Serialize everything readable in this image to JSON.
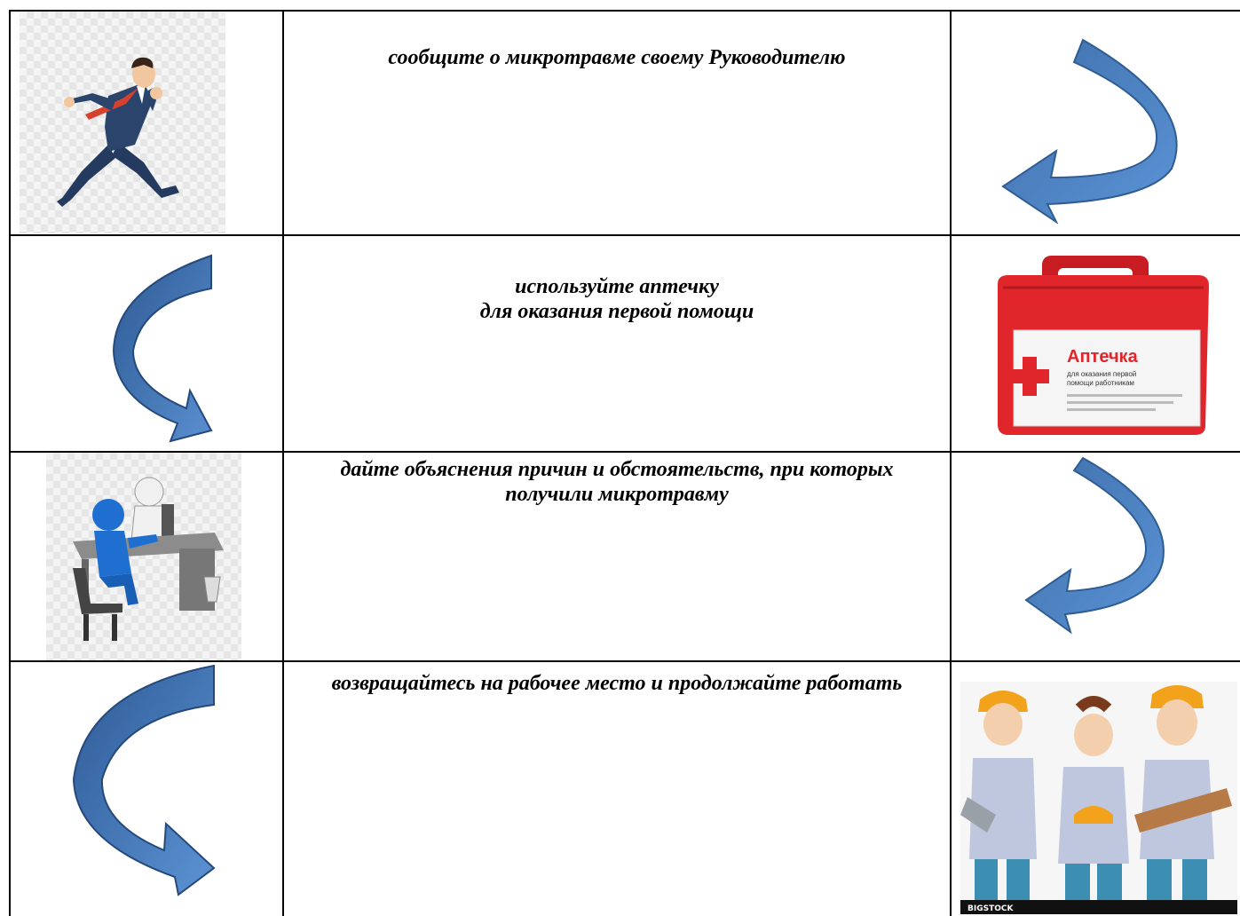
{
  "steps": [
    {
      "text": "сообщите о микротравме своему Руководителю"
    },
    {
      "text": "используйте аптечку\nдля оказания первой помощи"
    },
    {
      "text": "дайте объяснения причин и обстоятельств, при которых получили микротравму"
    },
    {
      "text": "возвращайтесь на рабочее место и продолжайте работать"
    }
  ],
  "first_aid_kit": {
    "title": "Аптечка",
    "subtitle_line1": "для оказания первой",
    "subtitle_line2": "помощи работникам"
  },
  "workers_image": {
    "watermark": "BIGSTOCK"
  },
  "colors": {
    "arrow_blue": "#4a7dbf",
    "kit_red": "#e0262b",
    "figure_blue": "#1f6fd1"
  },
  "icons": [
    "running-businessman-illustration",
    "curved-arrow-icon",
    "first-aid-kit-illustration",
    "meeting-at-desk-illustration",
    "workers-in-hardhats-illustration"
  ]
}
